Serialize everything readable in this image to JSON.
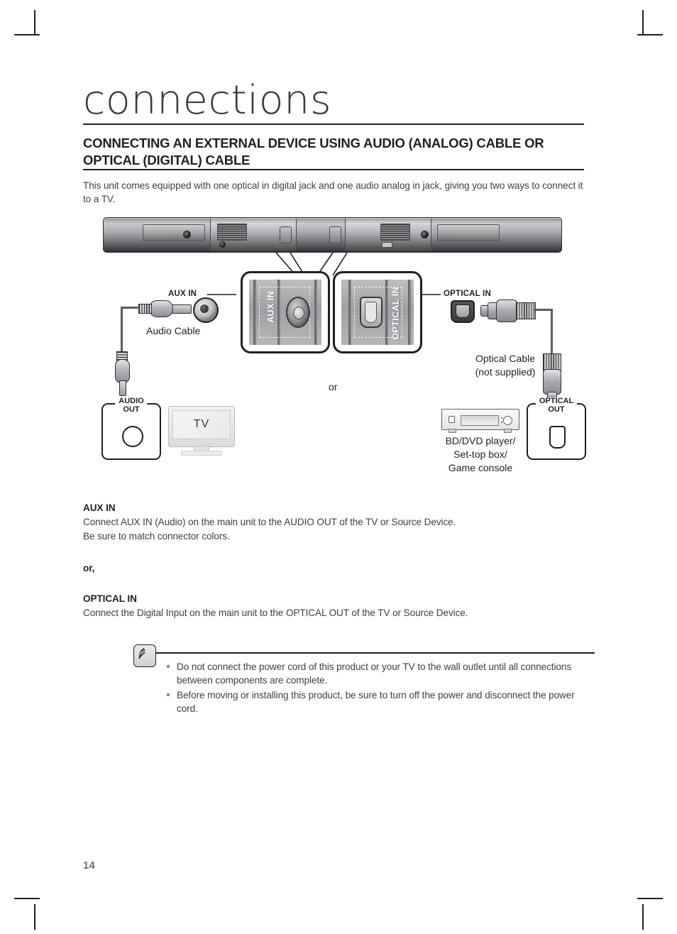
{
  "page": {
    "title": "connections",
    "number": "14",
    "heading": "CONNECTING AN EXTERNAL DEVICE USING AUDIO (ANALOG) CABLE OR OPTICAL (DIGITAL) CABLE",
    "intro": "This unit comes equipped with one optical in digital jack and one audio analog in jack, giving you two ways to connect it to a TV."
  },
  "diagram": {
    "aux_in_label": "AUX IN",
    "optical_in_label": "OPTICAL IN",
    "aux_zoom_label": "AUX IN",
    "optical_zoom_label": "OPTICAL IN",
    "audio_cable_label": "Audio Cable",
    "optical_cable_label_line1": "Optical Cable",
    "optical_cable_label_line2": "(not supplied)",
    "or_label": "or",
    "audio_out_line1": "AUDIO",
    "audio_out_line2": "OUT",
    "optical_out_line1": "OPTICAL",
    "optical_out_line2": "OUT",
    "tv_label": "TV",
    "source_device_line1": "BD/DVD player/",
    "source_device_line2": "Set-top box/",
    "source_device_line3": "Game console"
  },
  "sections": [
    {
      "heading": "AUX IN",
      "body_line1": "Connect AUX IN (Audio) on the main unit to the AUDIO OUT of the TV or Source Device.",
      "body_line2": "Be sure to match connector colors."
    },
    {
      "heading": "or,",
      "body_line1": "",
      "body_line2": ""
    },
    {
      "heading": "OPTICAL IN",
      "body_line1": "Connect the Digital Input on the main unit to the OPTICAL OUT of the TV or Source Device.",
      "body_line2": ""
    }
  ],
  "note": {
    "icon": "note-pen-icon",
    "items": [
      "Do not connect the power cord of this product or your TV to the wall outlet until all connections between components are complete.",
      "Before moving or installing this product, be sure to turn off the power and disconnect the power cord."
    ]
  },
  "colors": {
    "ink": "#231f20",
    "body_text": "#3f3f41",
    "page_number": "#6d6e71",
    "title_gray": "#3a3a3c"
  }
}
